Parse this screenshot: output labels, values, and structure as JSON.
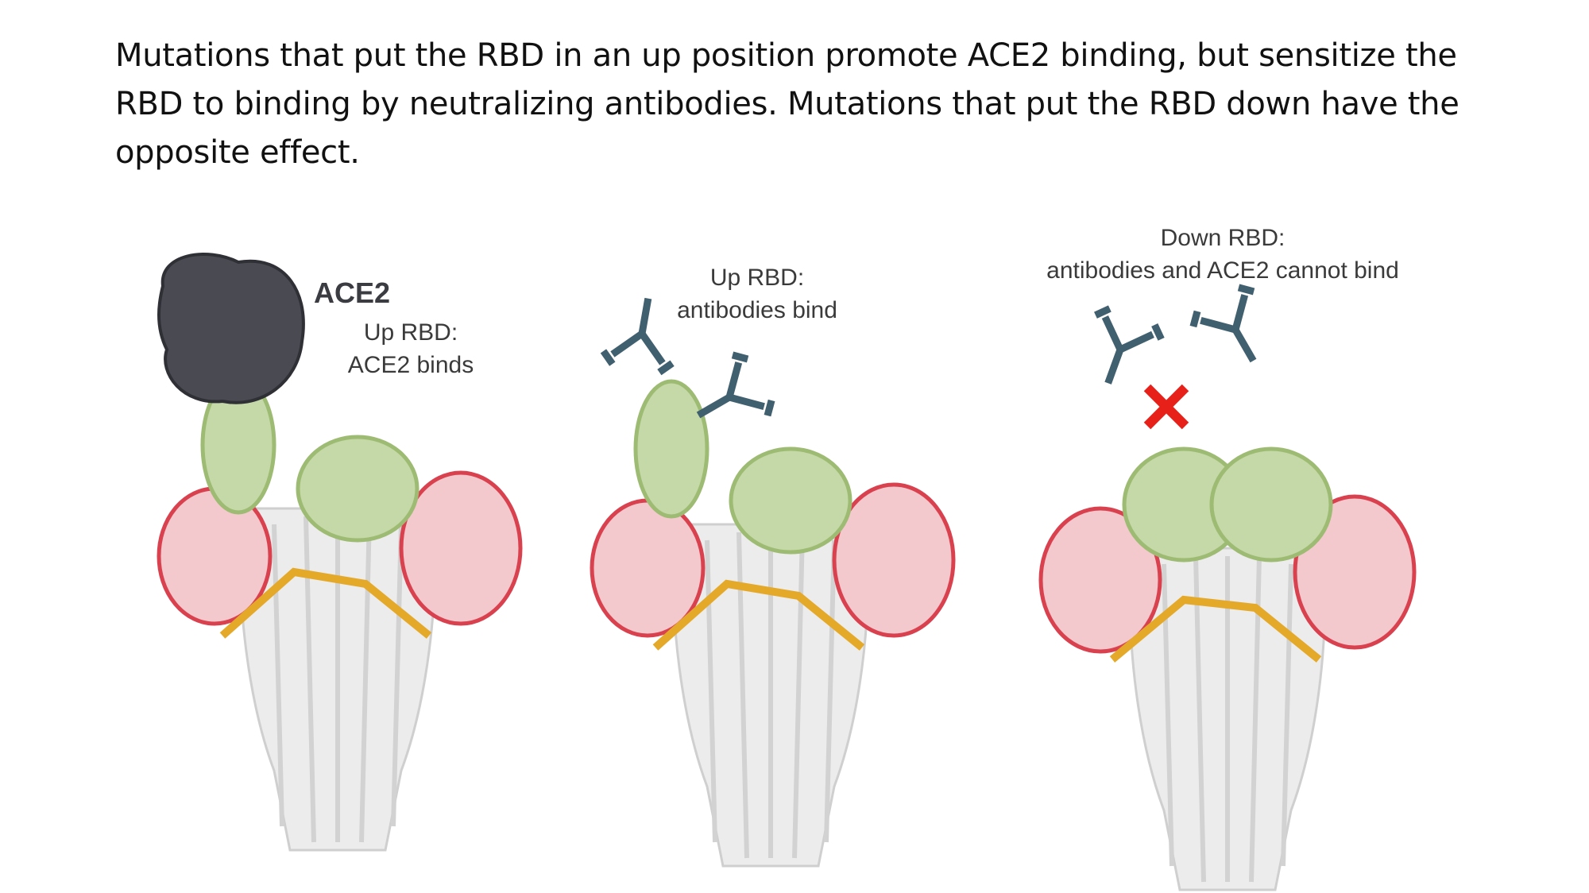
{
  "title": "Mutations that put the RBD in an up position promote ACE2 binding, but sensitize the RBD to binding by neutralizing antibodies. Mutations that put the RBD down have the opposite effect.",
  "panels": [
    {
      "tag": "ACE2",
      "line1": "Up RBD:",
      "line2": "ACE2 binds"
    },
    {
      "line1": "Up RBD:",
      "line2": "antibodies bind"
    },
    {
      "line1": "Down RBD:",
      "line2": "antibodies and ACE2 cannot bind"
    }
  ],
  "colors": {
    "antibody": "#41606f",
    "rbd": "#9dbb72",
    "ntd": "#d9414f",
    "linker": "#e5a92a",
    "s2": "#dedede",
    "ace2": "#3b3b42",
    "block": "#e8201a"
  }
}
